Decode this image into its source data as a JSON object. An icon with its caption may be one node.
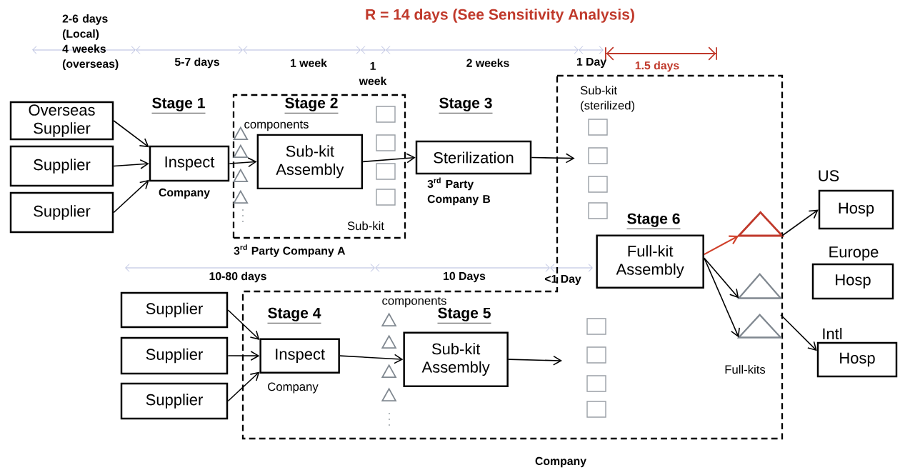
{
  "diagram": {
    "title": "R = 14 days (See Sensitivity Analysis)",
    "nodes": [
      {
        "text": [
          "Overseas Supplier"
        ]
      },
      {
        "text": [
          "Supplier"
        ]
      },
      {
        "text": [
          "Supplier"
        ]
      },
      {
        "text": [
          "Inspect"
        ],
        "beside": [
          "Company"
        ]
      },
      {
        "text": [
          "3$^{rd}$ Party  Company A"
        ]
      },
      {
        "text": [
          "Sub-kit Assembly"
        ],
        "in": 4
      },
      {
        "text": [
          "Sterilization"
        ],
        "beside": [
          "3$^{rd}$ Party Company B"
        ]
      },
      {
        "text": [
          "Company"
        ]
      },
      {
        "text": [
          "Supplier"
        ]
      },
      {
        "text": [
          "Supplier"
        ]
      },
      {
        "text": [
          "Supplier"
        ]
      },
      {
        "text": [
          "Inspect"
        ],
        "in": 7,
        "beside": [
          "Company"
        ]
      },
      {
        "text": [
          "Sub-kit Assembly"
        ],
        "in": 7
      },
      {
        "text": [
          "Full-kit Assembly"
        ],
        "in": 7
      },
      {
        "text": [],
        "shape": "triangle",
        "in": 7
      },
      {
        "text": [],
        "shape": "triangle",
        "in": 7
      },
      {
        "text": [],
        "shape": "triangle",
        "in": 7
      },
      {
        "text": [
          "US",
          "Hosp"
        ]
      },
      {
        "text": [
          "Europe",
          "Hosp"
        ]
      },
      {
        "text": [
          "Intl",
          "Hosp"
        ]
      },
      {
        "text": [],
        "shape": "triangle",
        "in": 4
      },
      {
        "text": [],
        "shape": "triangle",
        "in": 4
      },
      {
        "text": [],
        "shape": "triangle",
        "in": 4
      },
      {
        "text": [],
        "shape": "triangle",
        "in": 4
      },
      {
        "text": [],
        "shape": "triangle",
        "in": 7
      },
      {
        "text": [],
        "shape": "triangle",
        "in": 7
      },
      {
        "text": [],
        "shape": "triangle",
        "in": 7
      },
      {
        "text": [],
        "shape": "triangle",
        "in": 7
      }
    ],
    "edges": [
      {
        "from": 0,
        "to": 3,
        "arrow": "to"
      },
      {
        "from": 1,
        "to": 3,
        "arrow": "to"
      },
      {
        "from": 2,
        "to": 3,
        "arrow": "to"
      },
      {
        "from": 3,
        "to": 5,
        "arrow": "to"
      },
      {
        "from": 5,
        "to": 6,
        "arrow": "to"
      },
      {
        "from": 6,
        "to": 7,
        "arrow": "to"
      },
      {
        "from": 8,
        "to": 11,
        "arrow": "to"
      },
      {
        "from": 9,
        "to": 11,
        "arrow": "to"
      },
      {
        "from": 10,
        "to": 11,
        "arrow": "to"
      },
      {
        "from": 11,
        "to": 12,
        "arrow": "to"
      },
      {
        "from": 12,
        "to": null,
        "arrow": "to"
      },
      {
        "from": 13,
        "to": 14,
        "arrow": "to",
        "color": "#d0402a"
      },
      {
        "from": 13,
        "to": 15,
        "arrow": "to"
      },
      {
        "from": 13,
        "to": 16,
        "arrow": "to"
      },
      {
        "from": 14,
        "to": 17,
        "arrow": "to"
      },
      {
        "from": 16,
        "to": 19,
        "arrow": "to"
      }
    ],
    "labels": [
      "2-6 days (Local) 4 weeks (overseas)",
      "5-7 days",
      "1 week",
      "1 week",
      "2 weeks",
      "1 Day",
      "1.5 days",
      "Stage 1",
      "Stage 2",
      "components",
      "Sub-kit",
      "Stage 3",
      "Sub-kit (sterilized)",
      "Stage 6",
      "10-80 days",
      "10 Days",
      "<1 Day",
      "components",
      "Stage 4",
      "Stage 5",
      "Full-kits"
    ]
  }
}
